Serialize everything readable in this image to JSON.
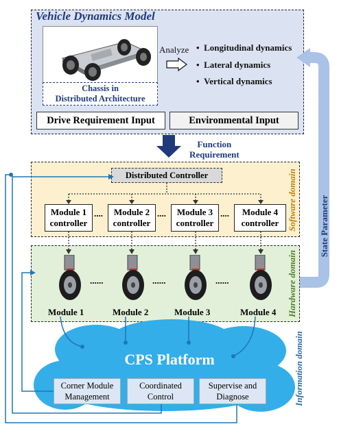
{
  "vehicle_model": {
    "title": "Vehicle Dynamics Model",
    "chassis_caption_1": "Chassis in",
    "chassis_caption_2": "Distributed Architecture",
    "analyze_label": "Analyze",
    "dynamics": [
      "Longitudinal dynamics",
      "Lateral dynamics",
      "Vertical dynamics"
    ],
    "bullet": "•",
    "input_drive": "Drive Requirement Input",
    "input_env": "Environmental Input"
  },
  "function_requirement": [
    "Function",
    "Requirement"
  ],
  "state_parameter": "State Parameter",
  "software_domain": {
    "label": "Software domain",
    "controller": "Distributed Controller",
    "modules": [
      {
        "line1": "Module 1",
        "line2": "controller"
      },
      {
        "line1": "Module 2",
        "line2": "controller"
      },
      {
        "line1": "Module 3",
        "line2": "controller"
      },
      {
        "line1": "Module 4",
        "line2": "controller"
      }
    ],
    "ellipsis": "....",
    "colors": {
      "background": "#fdf0cf",
      "border": "#333333"
    }
  },
  "hardware_domain": {
    "label": "Hardware domain",
    "modules": [
      "Module 1",
      "Module 2",
      "Module 3",
      "Module 4"
    ],
    "ellipsis": "......",
    "colors": {
      "background": "#e3f0d9"
    }
  },
  "information_domain": {
    "label": "Information domain",
    "platform": "CPS Platform",
    "boxes": [
      {
        "line1": "Corner Module",
        "line2": "Management"
      },
      {
        "line1": "Coordinated",
        "line2": "Control"
      },
      {
        "line1": "Supervise and",
        "line2": "Diagnose"
      }
    ],
    "colors": {
      "cloud": "#33aee8",
      "box": "#dce6f4"
    }
  },
  "colors": {
    "title_blue": "#1f3a7a",
    "panel_blue": "#dbe3f3",
    "arrow_blue": "#a9c2e6",
    "line_blue": "#1f77b4",
    "dark_arrow": "#1f3a7a"
  }
}
